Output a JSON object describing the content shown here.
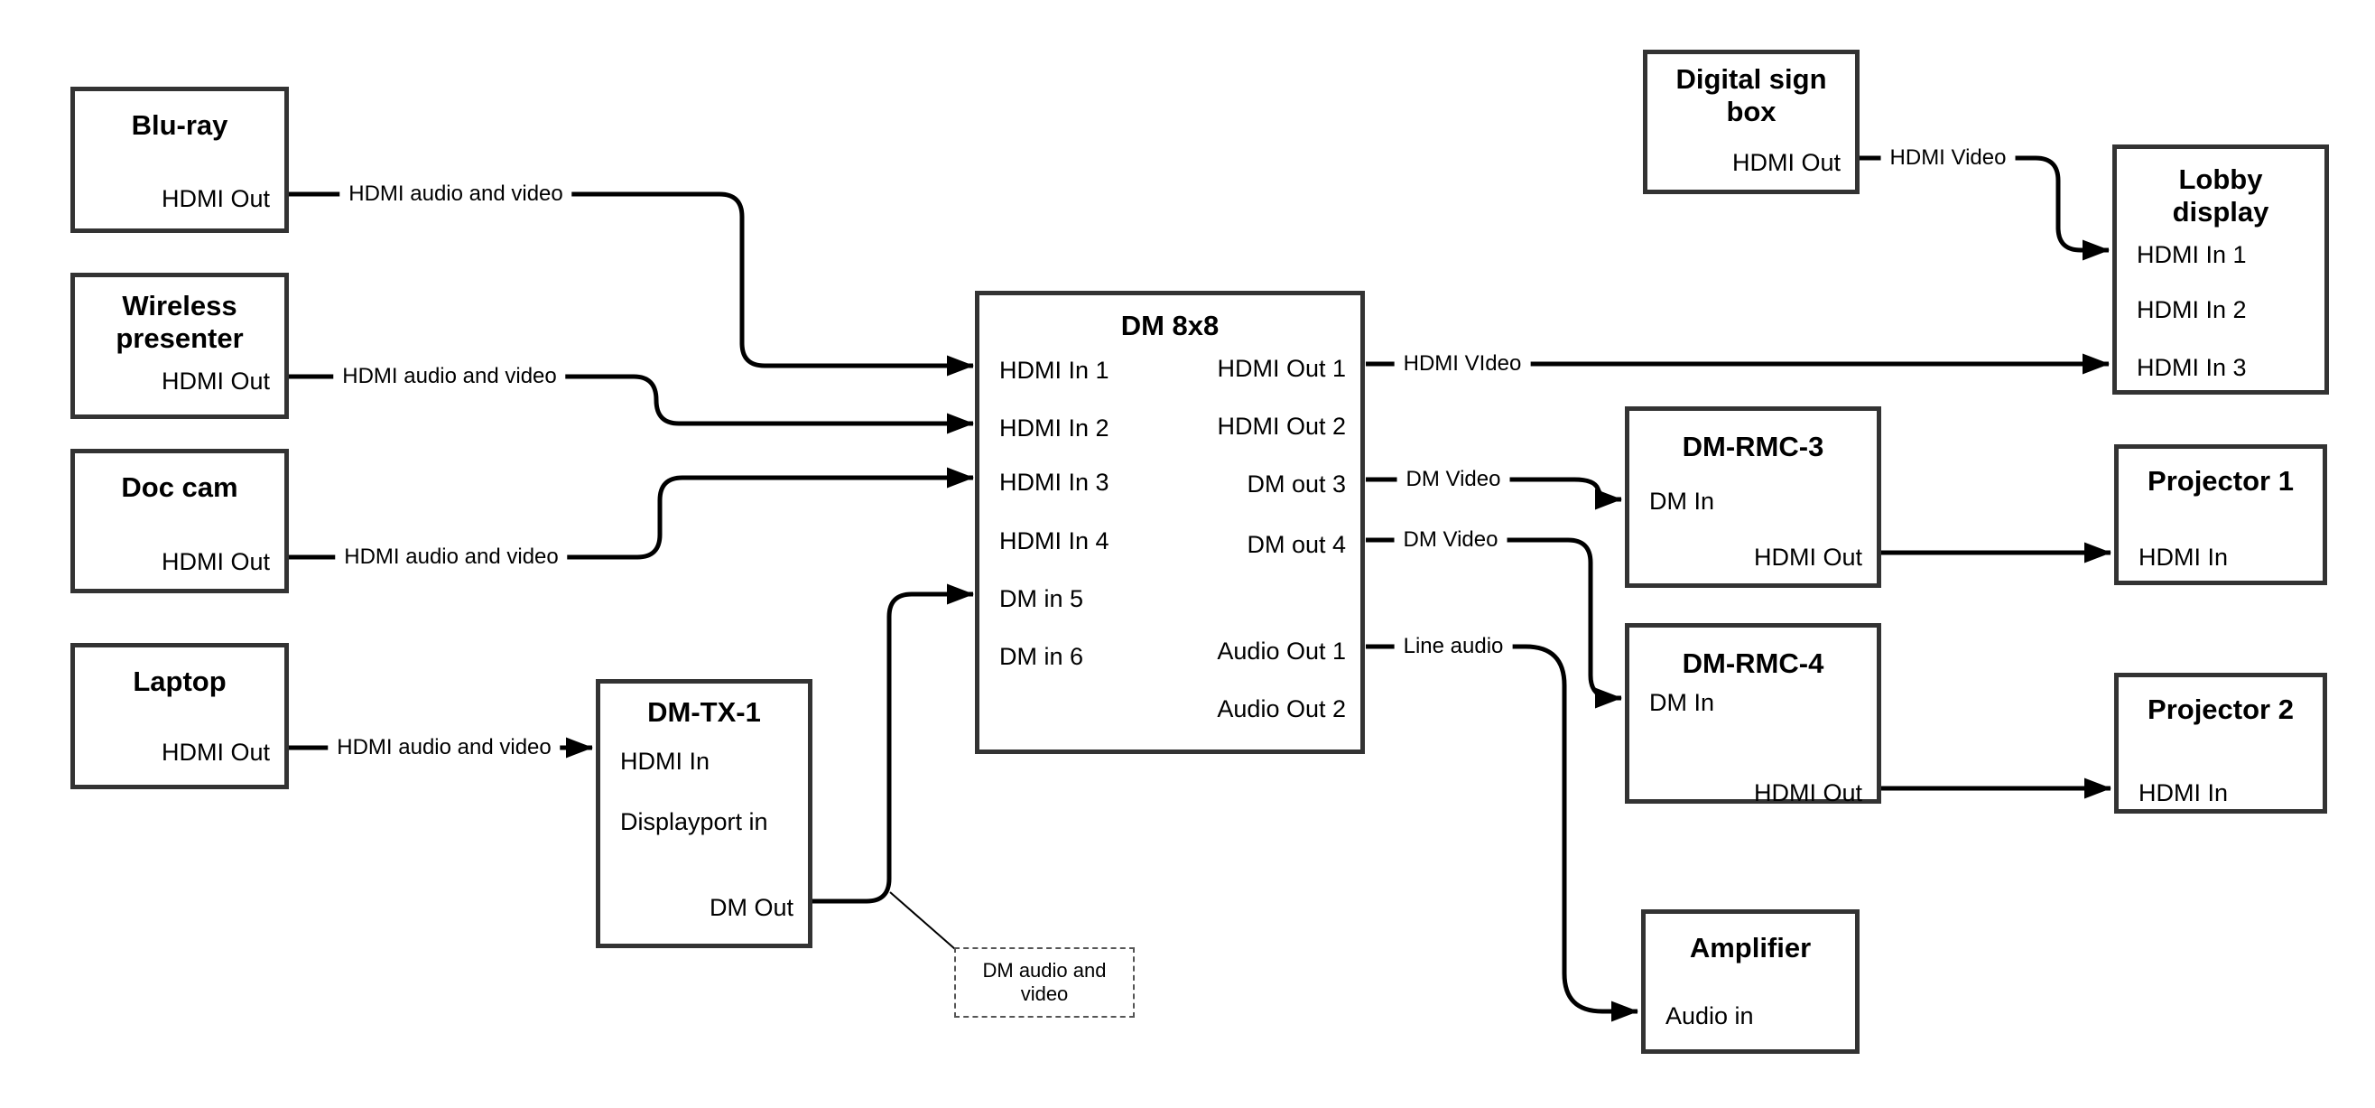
{
  "diagram": {
    "type": "av-signal-flow-diagram",
    "colors": {
      "background": "#ffffff",
      "line": "#000000",
      "box_border": "#333333",
      "annotation_border": "#555555"
    },
    "nodes": {
      "bluray": {
        "title": "Blu-ray",
        "ports": {
          "hdmi_out": "HDMI Out"
        }
      },
      "wireless_presenter": {
        "title": "Wireless presenter",
        "ports": {
          "hdmi_out": "HDMI Out"
        }
      },
      "doc_cam": {
        "title": "Doc cam",
        "ports": {
          "hdmi_out": "HDMI Out"
        }
      },
      "laptop": {
        "title": "Laptop",
        "ports": {
          "hdmi_out": "HDMI Out"
        }
      },
      "dm_tx_1": {
        "title": "DM-TX-1",
        "ports": {
          "hdmi_in": "HDMI In",
          "displayport_in": "Displayport in",
          "dm_out": "DM Out"
        }
      },
      "dm_8x8": {
        "title": "DM 8x8",
        "ports": {
          "hdmi_in_1": "HDMI In 1",
          "hdmi_in_2": "HDMI In 2",
          "hdmi_in_3": "HDMI In 3",
          "hdmi_in_4": "HDMI In 4",
          "dm_in_5": "DM in 5",
          "dm_in_6": "DM in 6",
          "hdmi_out_1": "HDMI Out 1",
          "hdmi_out_2": "HDMI Out 2",
          "dm_out_3": "DM out 3",
          "dm_out_4": "DM out 4",
          "audio_out_1": "Audio Out 1",
          "audio_out_2": "Audio Out 2"
        }
      },
      "digital_sign_box": {
        "title": "Digital sign box",
        "ports": {
          "hdmi_out": "HDMI Out"
        }
      },
      "lobby_display": {
        "title": "Lobby display",
        "ports": {
          "hdmi_in_1": "HDMI In 1",
          "hdmi_in_2": "HDMI In 2",
          "hdmi_in_3": "HDMI In 3"
        }
      },
      "dm_rmc_3": {
        "title": "DM-RMC-3",
        "ports": {
          "dm_in": "DM In",
          "hdmi_out": "HDMI Out"
        }
      },
      "projector_1": {
        "title": "Projector 1",
        "ports": {
          "hdmi_in": "HDMI In"
        }
      },
      "dm_rmc_4": {
        "title": "DM-RMC-4",
        "ports": {
          "dm_in": "DM In",
          "hdmi_out": "HDMI Out"
        }
      },
      "projector_2": {
        "title": "Projector 2",
        "ports": {
          "hdmi_in": "HDMI In"
        }
      },
      "amplifier": {
        "title": "Amplifier",
        "ports": {
          "audio_in": "Audio in"
        }
      }
    },
    "edge_labels": {
      "bluray_to_dm8x8": "HDMI audio and video",
      "wireless_to_dm8x8": "HDMI audio and video",
      "doc_cam_to_dm8x8": "HDMI audio and video",
      "laptop_to_dm_tx_1": "HDMI audio and video",
      "digital_sign_to_lobby": "HDMI Video",
      "dm8x8_out1_to_lobby": "HDMI VIdeo",
      "dm8x8_out3_to_rmc3": "DM Video",
      "dm8x8_out4_to_rmc4": "DM Video",
      "dm8x8_audio1_to_amplifier": "Line audio"
    },
    "annotation": {
      "dm_audio_video": "DM audio and video"
    }
  }
}
